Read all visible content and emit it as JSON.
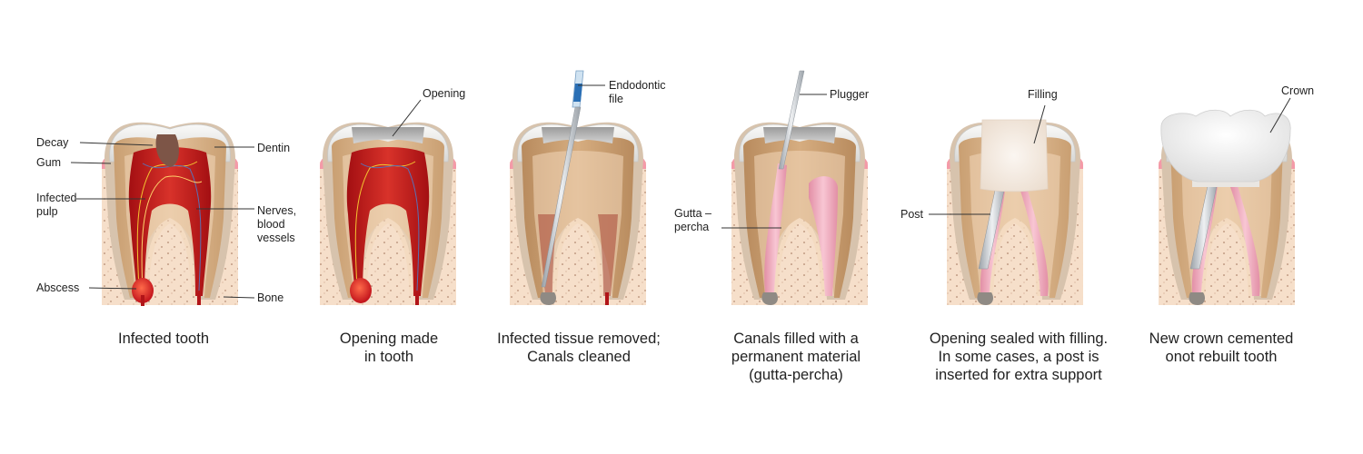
{
  "steps": [
    {
      "caption": [
        "Infected tooth"
      ],
      "labels": {
        "decay": "Decay",
        "gum": "Gum",
        "infected_pulp": [
          "Infected",
          "pulp"
        ],
        "abscess": "Abscess",
        "dentin": "Dentin",
        "nerves": [
          "Nerves,",
          "blood",
          "vessels"
        ],
        "bone": "Bone"
      }
    },
    {
      "caption": [
        "Opening made",
        "in tooth"
      ],
      "labels": {
        "opening": "Opening"
      }
    },
    {
      "caption": [
        "Infected tissue removed;",
        "Canals cleaned"
      ],
      "labels": {
        "endodontic_file": [
          "Endodontic",
          "file"
        ]
      }
    },
    {
      "caption": [
        "Canals filled with a",
        "permanent material",
        "(gutta-percha)"
      ],
      "labels": {
        "plugger": "Plugger",
        "gutta_percha": [
          "Gutta –",
          "percha"
        ]
      }
    },
    {
      "caption": [
        "Opening sealed with filling.",
        "In some cases, a post is",
        "inserted for extra support"
      ],
      "labels": {
        "filling": "Filling",
        "post": "Post"
      }
    },
    {
      "caption": [
        "New crown cemented",
        "onot rebuilt tooth"
      ],
      "labels": {
        "crown": "Crown"
      }
    }
  ],
  "colors": {
    "bone": "#f5dcc6",
    "gum": "#f49aa8",
    "enamel": "#ececea",
    "dentin": "#d9b48c",
    "pulp_infected": "#c41e1e",
    "canal_clean": "#f7c9c7",
    "gutta_percha": "#f3b3c3",
    "filling": "#f1e4d8",
    "crown": "#f2f2f2",
    "instrument": "#c8cdd2"
  }
}
